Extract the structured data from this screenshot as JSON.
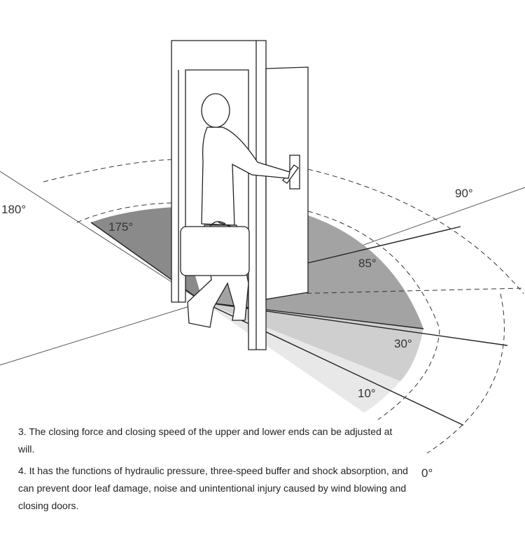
{
  "diagram": {
    "angle_labels": {
      "a180": "180°",
      "a175": "175°",
      "a90": "90°",
      "a85": "85°",
      "a30": "30°",
      "a10": "10°",
      "a0": "0°"
    }
  },
  "notes": [
    {
      "text": "3. The closing force and closing speed of the upper and lower ends can be adjusted at will."
    },
    {
      "text": "4. It has the functions of hydraulic pressure, three-speed buffer and shock absorption, and can prevent door leaf damage, noise and unintentional injury caused by wind blowing and closing doors."
    }
  ]
}
